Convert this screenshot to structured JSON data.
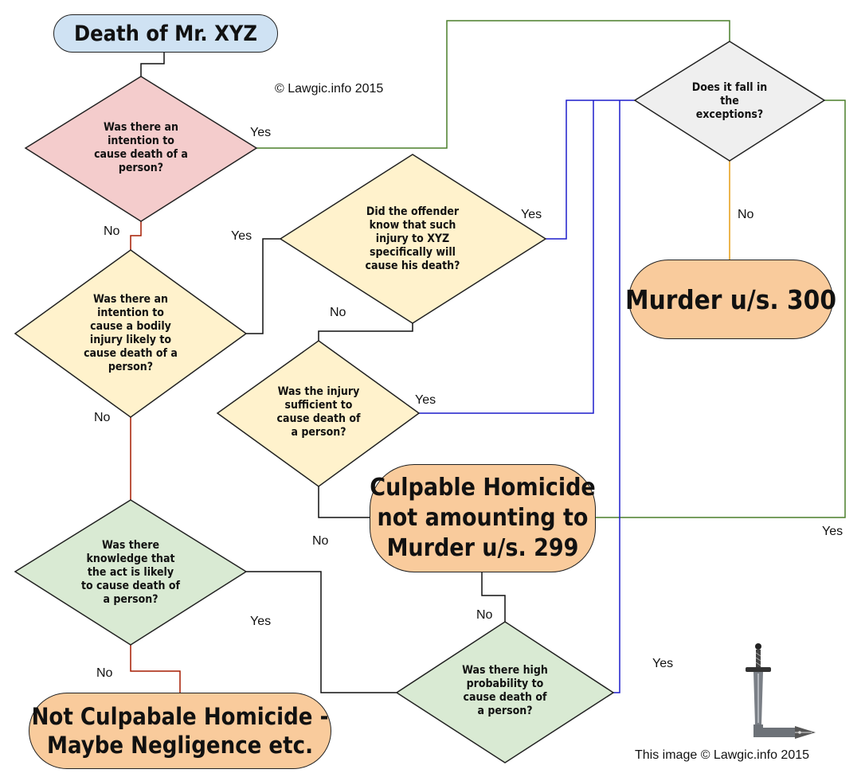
{
  "nodes": {
    "start": {
      "lines": [
        "Death of Mr. XYZ"
      ],
      "color": "#cfe2f3"
    },
    "intention_death": {
      "lines": [
        "Was there an",
        "intention to",
        "cause death of a",
        "person?"
      ],
      "color": "#f4cccc"
    },
    "intention_injury": {
      "lines": [
        "Was there an",
        "intention to",
        "cause a bodily",
        "injury likely to",
        "cause death of a",
        "person?"
      ],
      "color": "#fff2cc"
    },
    "knew_specific": {
      "lines": [
        "Did the offender",
        "know that such",
        "injury to XYZ",
        "specifically will",
        "cause his death?"
      ],
      "color": "#fff2cc"
    },
    "injury_sufficient": {
      "lines": [
        "Was the injury",
        "sufficient to",
        "cause death of",
        "a person?"
      ],
      "color": "#fff2cc"
    },
    "exceptions": {
      "lines": [
        "Does it fall in",
        "the",
        "exceptions?"
      ],
      "color": "#efefef"
    },
    "knowledge_likely": {
      "lines": [
        "Was there",
        "knowledge that",
        "the act is likely",
        "to cause death of",
        "a person?"
      ],
      "color": "#d9ead3"
    },
    "high_probability": {
      "lines": [
        "Was there high",
        "probability to",
        "cause death of",
        "a person?"
      ],
      "color": "#d9ead3"
    },
    "murder": {
      "lines": [
        "Murder u/s. 300"
      ],
      "color": "#f9cb9c"
    },
    "culpable": {
      "lines": [
        "Culpable Homicide",
        "not amounting to",
        "Murder u/s. 299"
      ],
      "color": "#f9cb9c"
    },
    "not_culpable": {
      "lines": [
        "Not Culpabale Homicide -",
        "Maybe Negligence etc."
      ],
      "color": "#f9cb9c"
    }
  },
  "edge_labels": {
    "yes_intention_death": "Yes",
    "no_intention_death": "No",
    "yes_intention_injury": "Yes",
    "no_intention_injury": "No",
    "yes_knew_specific": "Yes",
    "no_knew_specific": "No",
    "yes_injury_sufficient": "Yes",
    "no_injury_sufficient": "No",
    "no_exceptions": "No",
    "yes_exceptions": "Yes",
    "yes_knowledge_likely": "Yes",
    "no_knowledge_likely": "No",
    "no_culpable_to_probability": "No",
    "yes_high_probability": "Yes"
  },
  "copyright_top": "© Lawgic.info 2015",
  "copyright_bottom": "This image © Lawgic.info 2015",
  "edge_colors": {
    "green": "#4a7f2a",
    "red": "#a61c00",
    "blue": "#1d1dcc",
    "orange": "#e69c12",
    "black": "#111111"
  }
}
